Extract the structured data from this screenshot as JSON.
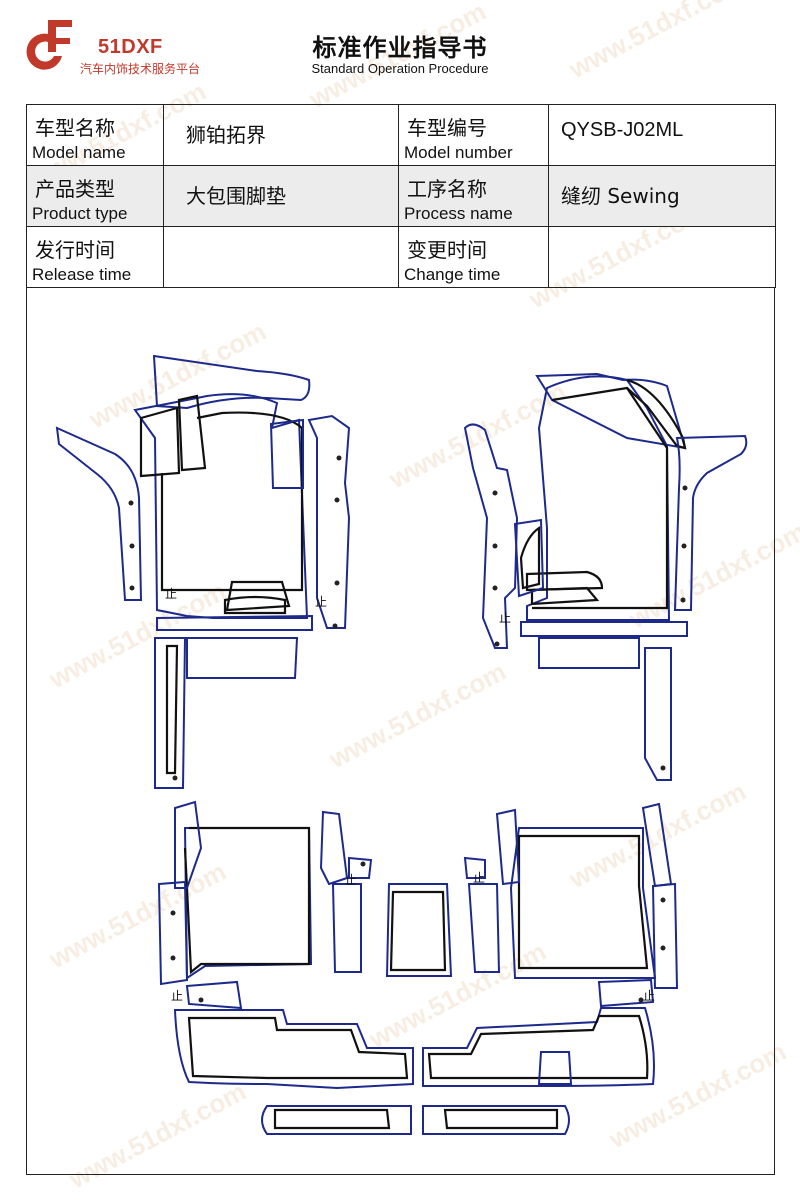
{
  "brand": {
    "logo_text": "51DXF",
    "tagline": "汽车内饰技术服务平台",
    "watermark": "www.51dxf.com",
    "accent_color": "#c0392b"
  },
  "document": {
    "title": "标准作业指导书",
    "subtitle": "Standard Operation Procedure"
  },
  "info_table": {
    "model_name_cn": "车型名称",
    "model_name_en": "Model name",
    "model_name_value": "狮铂拓界",
    "model_number_cn": "车型编号",
    "model_number_en": "Model number",
    "model_number_value": "QYSB-J02ML",
    "product_type_cn": "产品类型",
    "product_type_en": "Product type",
    "product_type_value": "大包围脚垫",
    "process_name_cn": "工序名称",
    "process_name_en": "Process name",
    "process_name_value": "缝纫 Sewing",
    "release_time_cn": "发行时间",
    "release_time_en": "Release time",
    "release_time_value": "",
    "change_time_cn": "变更时间",
    "change_time_en": "Change time",
    "change_time_value": ""
  },
  "drawing": {
    "stop_mark": "止",
    "outline_color": "#1d2a8c",
    "seam_color": "#111111"
  }
}
